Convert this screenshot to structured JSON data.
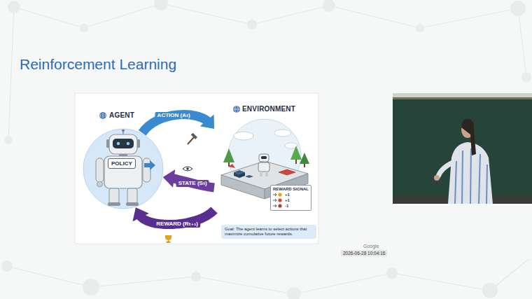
{
  "diagram": {
    "title": "Reinforcement Learning",
    "nodes": [
      {
        "text": [
          "AGENT"
        ]
      },
      {
        "text": [
          "POLICY"
        ],
        "in": 0
      },
      {
        "text": [
          "ENVIRONMENT"
        ]
      },
      {
        "text": [
          "REWARD SIGNAL",
          "+1",
          "+1",
          "-1"
        ],
        "in": 2
      },
      {
        "text": [
          "Goal: The agent learns to select actions that maximize cumulative future rewards."
        ]
      }
    ],
    "edges": [
      {
        "from": 0,
        "to": 2,
        "label": "ACTION (Aₜ)",
        "arrow": "to"
      },
      {
        "from": 2,
        "to": 0,
        "label": "STATE (Sₜ)",
        "arrow": "to"
      },
      {
        "from": 2,
        "to": 0,
        "label": "REWARD (Rₜ₊₁)",
        "arrow": "to"
      }
    ],
    "labels": [
      "Google",
      "2026-06-28 10:04:16"
    ]
  }
}
